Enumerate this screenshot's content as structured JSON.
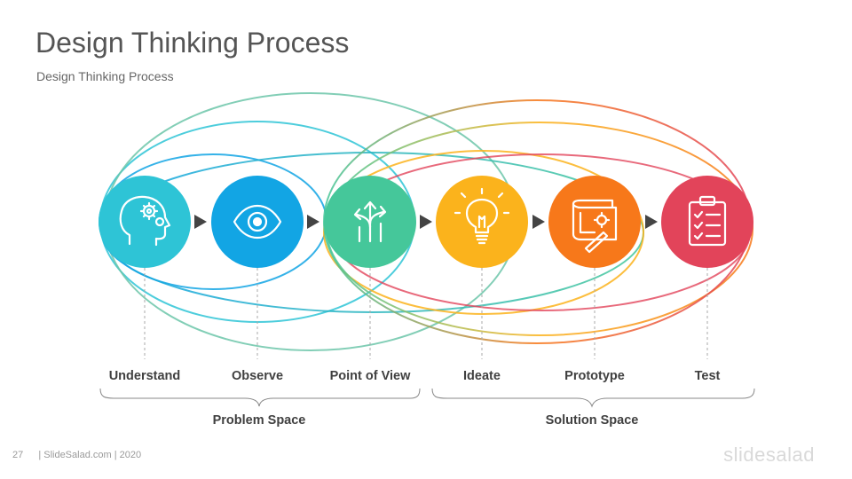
{
  "header": {
    "title": "Design Thinking Process",
    "subtitle": "Design Thinking Process"
  },
  "steps": [
    {
      "label": "Understand",
      "color": "#2ec4d6",
      "icon": "head-gears-icon"
    },
    {
      "label": "Observe",
      "color": "#12a5e4",
      "icon": "eye-icon"
    },
    {
      "label": "Point of View",
      "color": "#45c79a",
      "icon": "direction-arrows-icon"
    },
    {
      "label": "Ideate",
      "color": "#fbb31c",
      "icon": "lightbulb-icon"
    },
    {
      "label": "Prototype",
      "color": "#f7781a",
      "icon": "blueprint-icon"
    },
    {
      "label": "Test",
      "color": "#e2445a",
      "icon": "clipboard-checklist-icon"
    }
  ],
  "spaces": {
    "problem": "Problem Space",
    "solution": "Solution Space"
  },
  "footer": {
    "page_number": "27",
    "credit": "| SlideSalad.com | 2020",
    "brand": "slidesalad"
  }
}
